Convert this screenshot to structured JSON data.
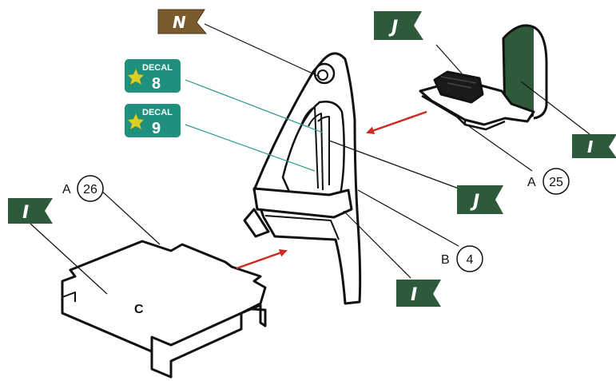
{
  "colors": {
    "color_flag_green": "#2d5a3a",
    "color_flag_brown": "#7a5a2e",
    "color_decal_teal": "#1f8f7e",
    "color_star_yellow": "#d9d12a",
    "color_arrow_red": "#cc2a22",
    "color_leader_teal": "#2a9a94",
    "color_leader_black": "#111111",
    "color_part_green": "#2f5a3a"
  },
  "flags": {
    "n_top": "N",
    "j_top": "J",
    "i_right": "I",
    "j_middle": "J",
    "i_left": "I",
    "i_bottom": "I"
  },
  "decals": [
    {
      "label": "DECAL",
      "number": "8"
    },
    {
      "label": "DECAL",
      "number": "9"
    }
  ],
  "part_refs": {
    "a26": {
      "letter": "A",
      "number": "26"
    },
    "a25": {
      "letter": "A",
      "number": "25"
    },
    "b4": {
      "letter": "B",
      "number": "4"
    }
  },
  "base_mark": "C"
}
